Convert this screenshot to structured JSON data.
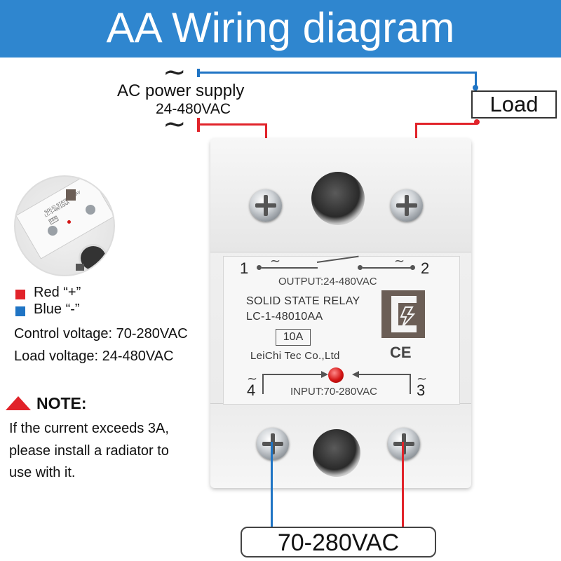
{
  "title": "AA Wiring diagram",
  "supply": {
    "tilde_top": "~",
    "label_line1": "AC power supply",
    "label_line2": "24-480VAC",
    "tilde_bottom": "~"
  },
  "load_label": "Load",
  "relay": {
    "terminal_1": "1",
    "terminal_2": "2",
    "terminal_3": "3",
    "terminal_4": "4",
    "tilde": "~",
    "output_label": "OUTPUT:24-480VAC",
    "name": "SOLID STATE RELAY",
    "model": "LC-1-48010AA",
    "current": "10A",
    "maker": "LeiChi Tec Co.,Ltd",
    "input_label": "INPUT:70-280VAC",
    "ce_mark": "CE"
  },
  "thumbnail": {
    "line1": "SOLID STATE RELAY",
    "line2": "LC-1-48010AA",
    "current": "10A"
  },
  "legend": {
    "red_label": "Red “+”",
    "blue_label": "Blue “-”",
    "red_color": "#e1232a",
    "blue_color": "#1f74c4"
  },
  "specs": {
    "control": "Control voltage: 70-280VAC",
    "load": "Load voltage: 24-480VAC"
  },
  "note": {
    "title": "NOTE:",
    "line1": "If the current exceeds 3A,",
    "line2": "please install a radiator to",
    "line3": "use with it."
  },
  "input_voltage_box": "70-280VAC",
  "colors": {
    "banner": "#2f86cf",
    "red_wire": "#e1232a",
    "blue_wire": "#1f74c4"
  }
}
